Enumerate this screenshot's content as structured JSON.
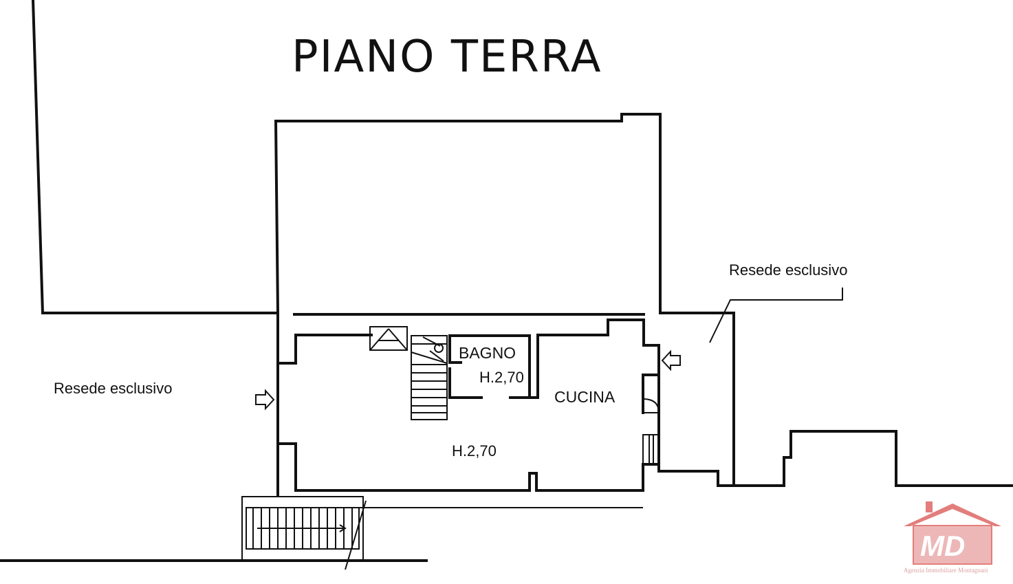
{
  "title": "PIANO TERRA",
  "labels": {
    "resede_left": "Resede esclusivo",
    "resede_right": "Resede esclusivo",
    "bagno": "BAGNO",
    "bagno_height": "H.2,70",
    "cucina": "CUCINA",
    "main_height": "H.2,70"
  },
  "logo": {
    "initials": "MD",
    "agency": "Agenzia Immobiliare Montagnani",
    "color": "#d9534f"
  },
  "colors": {
    "lines": "#111111",
    "background": "#ffffff"
  }
}
